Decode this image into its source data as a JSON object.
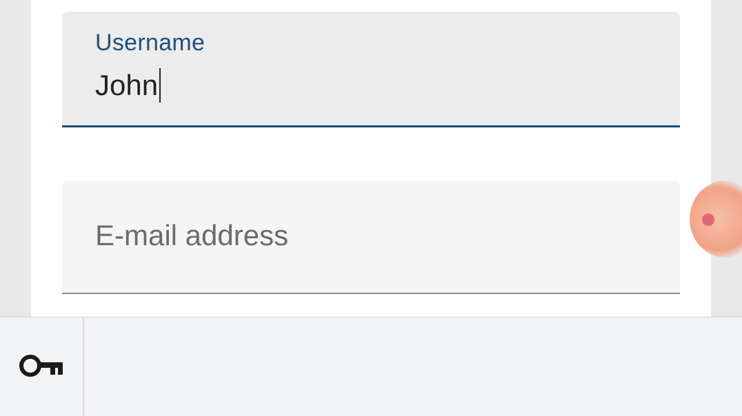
{
  "form": {
    "username": {
      "label": "Username",
      "value": "John"
    },
    "email": {
      "placeholder": "E-mail address"
    }
  },
  "keyboard_bar": {
    "password_manager_icon": "key-icon"
  },
  "colors": {
    "accent": "#1b4a6e",
    "label": "#1d4f7a",
    "placeholder": "#6b6b6b"
  }
}
